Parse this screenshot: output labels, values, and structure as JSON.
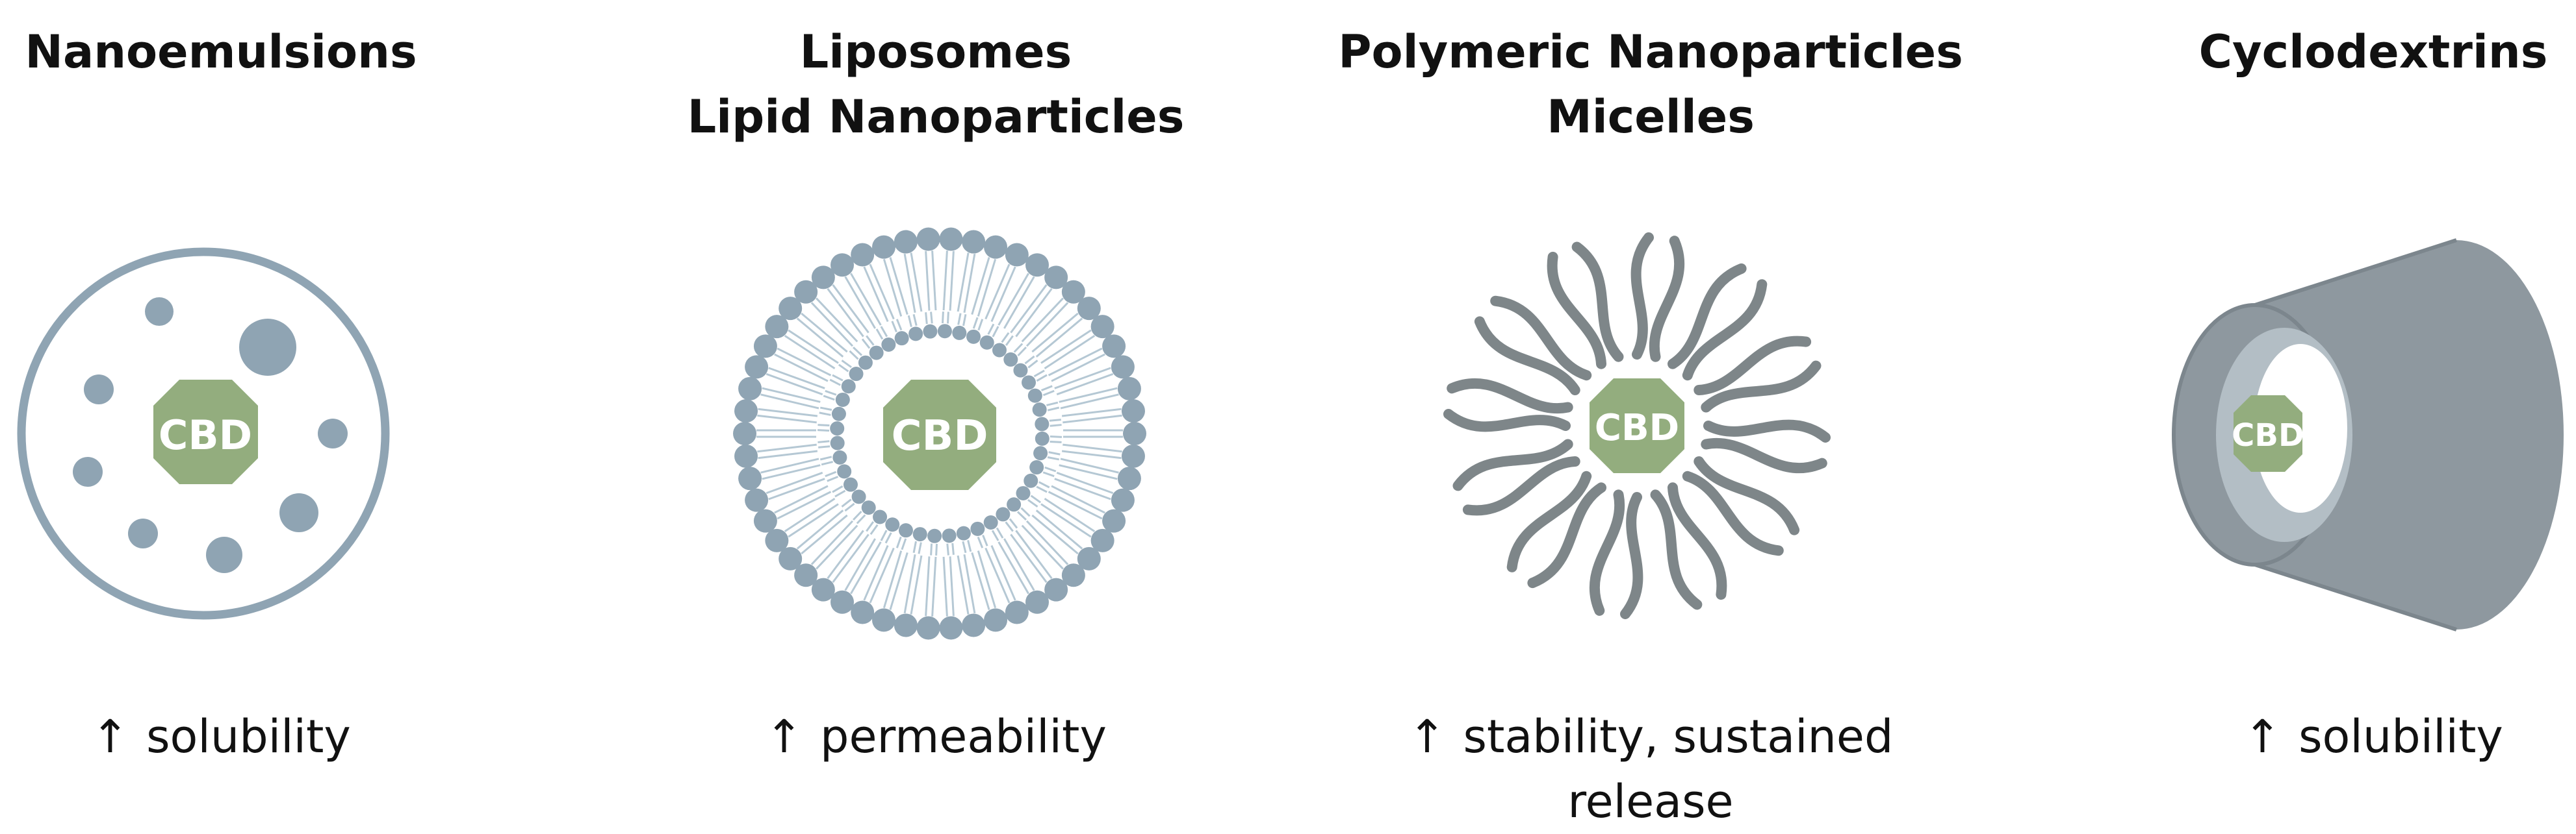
{
  "colors": {
    "outline": "#8FA4B3",
    "droplet": "#8FA4B3",
    "lipid_head": "#8FA4B3",
    "lipid_tail": "#B5C8D4",
    "polymer": "#7E8689",
    "cyclodextrin_outer": "#8E989F",
    "cyclodextrin_inner": "#B3BEC5",
    "cbd_fill": "#93AD7E",
    "cbd_text": "#FFFFFF"
  },
  "cbd_label": "CBD",
  "panels": [
    {
      "title_lines": [
        "Nanoemulsions"
      ],
      "caption_arrow": "↑",
      "caption": "solubility"
    },
    {
      "title_lines": [
        "Liposomes",
        "Lipid Nanoparticles"
      ],
      "caption_arrow": "↑",
      "caption": "permeability"
    },
    {
      "title_lines": [
        "Polymeric Nanoparticles",
        "Micelles"
      ],
      "caption_arrow": "↑",
      "caption": "stability, sustained release"
    },
    {
      "title_lines": [
        "Cyclodextrins"
      ],
      "caption_arrow": "↑",
      "caption": "solubility"
    }
  ]
}
